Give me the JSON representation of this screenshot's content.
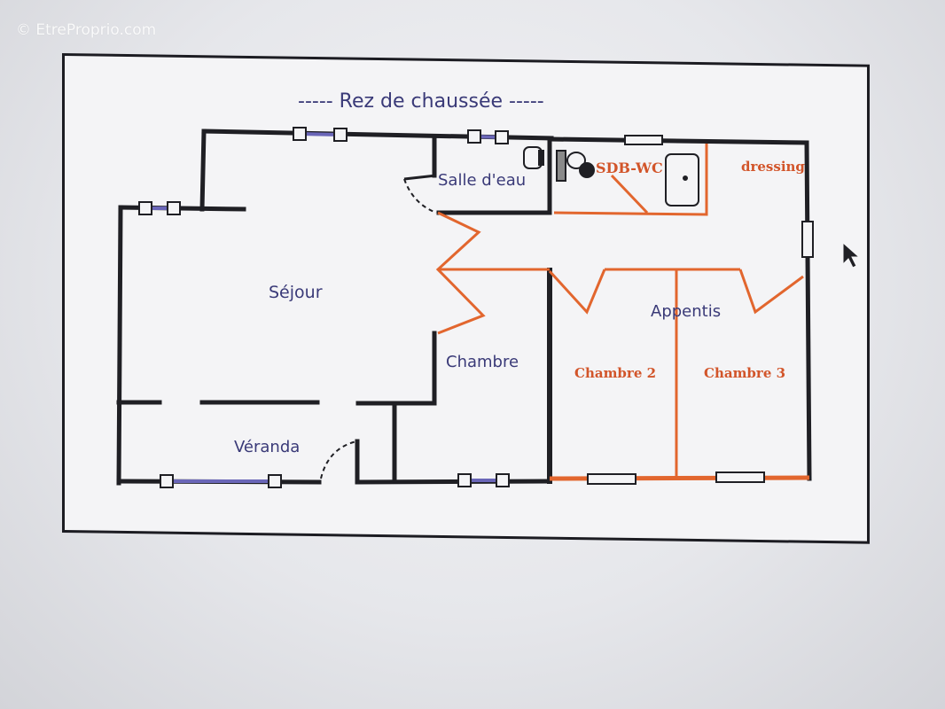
{
  "watermark": "© EtreProprio.com",
  "title": "----- Rez de chaussée -----",
  "rooms": {
    "sejour": "Séjour",
    "chambre": "Chambre",
    "veranda": "Véranda",
    "salle_eau": "Salle d'eau",
    "sdb_wc": "SDB-WC",
    "dressing": "dressing",
    "appentis": "Appentis",
    "chambre2": "Chambre 2",
    "chambre3": "Chambre 3"
  },
  "colors": {
    "wall_black": "#1f1f24",
    "wall_orange": "#e2662e",
    "label_blue": "#3a3a78",
    "label_orange": "#d2552a",
    "window_blue": "#6a66b8"
  }
}
